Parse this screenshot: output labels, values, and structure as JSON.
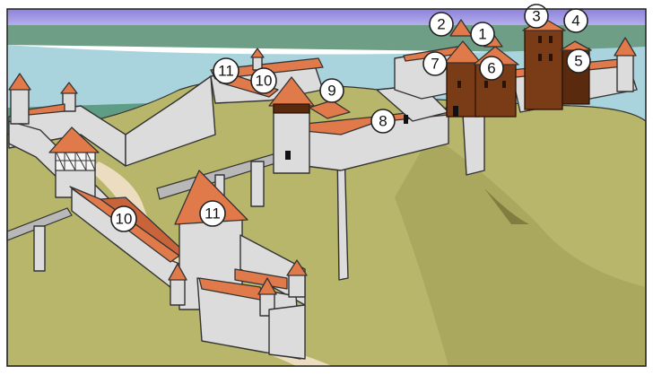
{
  "labels": [
    {
      "id": "l1",
      "text": "1"
    },
    {
      "id": "l2",
      "text": "2"
    },
    {
      "id": "l3",
      "text": "3"
    },
    {
      "id": "l4",
      "text": "4"
    },
    {
      "id": "l5",
      "text": "5"
    },
    {
      "id": "l6",
      "text": "6"
    },
    {
      "id": "l7",
      "text": "7"
    },
    {
      "id": "l8",
      "text": "8"
    },
    {
      "id": "l9",
      "text": "9"
    },
    {
      "id": "l10a",
      "text": "10"
    },
    {
      "id": "l10b",
      "text": "10"
    },
    {
      "id": "l11a",
      "text": "11"
    },
    {
      "id": "l11b",
      "text": "11"
    }
  ],
  "colors": {
    "sky": "#9a90e0",
    "water": "#a9d4de",
    "hill": "#b8b66a",
    "hill_shadow": "#9b9a55",
    "far_shore": "#6f9e86",
    "path": "#ecdcc0",
    "wall": "#dcdcdc",
    "roof": "#e07a4b",
    "keep": "#7a3b17"
  }
}
